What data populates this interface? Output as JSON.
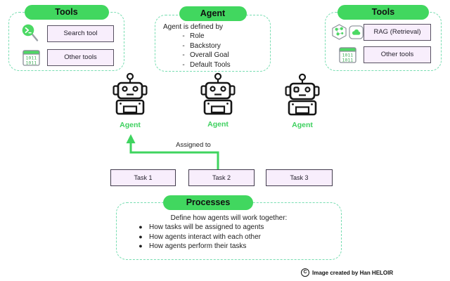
{
  "palette": {
    "accent_green": "#41d75f",
    "dashed_border_green": "#77ddb1",
    "box_fill_lavender": "#f8eefc",
    "box_border_dark": "#575061",
    "agent_label_green": "#3ed05f",
    "arrow_green": "#3fd45f"
  },
  "tools_left": {
    "title": "Tools",
    "rows": [
      {
        "icon": "terminal-search-icon",
        "label": "Search tool"
      },
      {
        "icon": "binary-file-icon",
        "label": "Other tools"
      }
    ]
  },
  "agent_panel": {
    "title": "Agent",
    "intro": "Agent is defined by",
    "dash": "-",
    "items": [
      "Role",
      "Backstory",
      "Overall Goal",
      "Default Tools"
    ]
  },
  "tools_right": {
    "title": "Tools",
    "rows": [
      {
        "icon": "cluster-icon cloud-icon",
        "label": "RAG (Retrieval)"
      },
      {
        "icon": "binary-file-icon",
        "label": "Other tools"
      }
    ]
  },
  "binary_icon": {
    "rows": [
      "1011",
      "1011"
    ]
  },
  "agents": [
    {
      "label": "Agent"
    },
    {
      "label": "Agent"
    },
    {
      "label": "Agent"
    }
  ],
  "assignment": {
    "label": "Assigned to"
  },
  "tasks": [
    {
      "label": "Task 1"
    },
    {
      "label": "Task 2"
    },
    {
      "label": "Task 3"
    }
  ],
  "processes": {
    "title": "Processes",
    "intro": "Define how agents will work together:",
    "bullet": "●",
    "items": [
      "How tasks will be assigned to agents",
      "How agents interact with each other",
      "How agents perform their tasks"
    ]
  },
  "footer": {
    "symbol": "C",
    "text": "Image created by Han HELOIR"
  }
}
